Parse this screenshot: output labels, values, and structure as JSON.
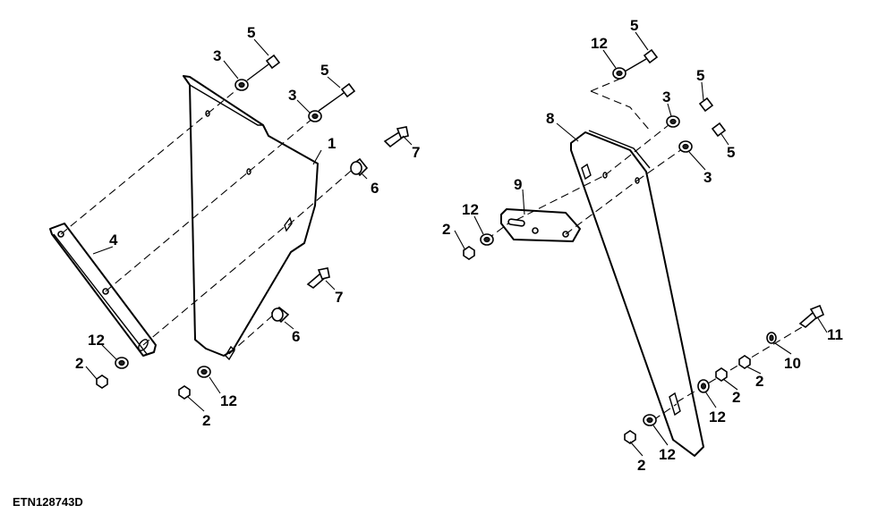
{
  "figure_id": "ETN128743D",
  "callouts": [
    "1",
    "2",
    "3",
    "4",
    "5",
    "6",
    "7",
    "8",
    "9",
    "10",
    "11",
    "12"
  ]
}
